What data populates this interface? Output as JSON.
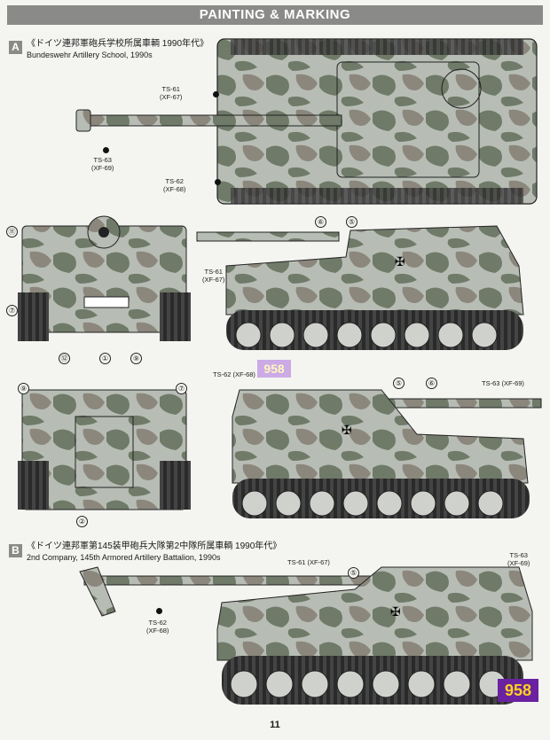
{
  "header": {
    "title": "PAINTING & MARKING"
  },
  "section_a": {
    "badge": "A",
    "title_jp": "《ドイツ連邦軍砲兵学校所属車輌 1990年代》",
    "title_en": "Bundeswehr Artillery School, 1990s"
  },
  "section_b": {
    "badge": "B",
    "title_jp": "《ドイツ連邦軍第145装甲砲兵大隊第2中隊所属車輌 1990年代》",
    "title_en": "2nd Company, 145th Armored Artillery Battalion, 1990s"
  },
  "callouts": {
    "ts61": "TS-61",
    "xf67": "(XF-67)",
    "ts62": "TS-62",
    "xf68": "(XF-68)",
    "ts63": "TS-63",
    "xf69": "(XF-69)",
    "ts62_xf68_inline": "TS-62 (XF-68)",
    "ts63_xf69_inline": "TS-63 (XF-69)",
    "ts61_xf67_inline": "TS-61 (XF-67)"
  },
  "decal_numbers": {
    "n1": "①",
    "n2": "②",
    "n5": "⑤",
    "n6": "⑥",
    "n7": "⑦",
    "n9": "⑨",
    "n11": "⑪",
    "n12": "⑫"
  },
  "page_number": "11",
  "stamp_text": "958",
  "colors": {
    "camo_green": "#6f7a68",
    "camo_light": "#b9bfb6",
    "camo_brown": "#8a857c",
    "stamp_purple": "#6a22a0",
    "stamp_yellow": "#ffd21f"
  }
}
